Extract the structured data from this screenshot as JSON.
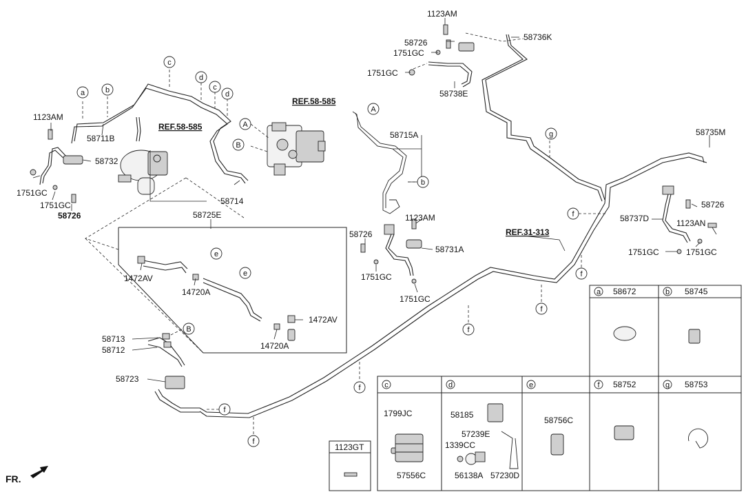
{
  "callouts": {
    "p1123AM_top": "1123AM",
    "p58736K": "58736K",
    "p58726_top": "58726",
    "p1751GC_top1": "1751GC",
    "p1751GC_top2": "1751GC",
    "p58738E": "58738E",
    "ref58585_right": "REF.58-585",
    "ref58585_left": "REF.58-585",
    "p1123AM_left": "1123AM",
    "p58711B": "58711B",
    "p58732": "58732",
    "p1751GC_left1": "1751GC",
    "p1751GC_left2": "1751GC",
    "p58726_left": "58726",
    "p58714": "58714",
    "p58715A": "58715A",
    "p1123AM_mid": "1123AM",
    "p58726_mid": "58726",
    "p58731A": "58731A",
    "p1751GC_mid1": "1751GC",
    "p1751GC_mid2": "1751GC",
    "p58735M": "58735M",
    "p58737D": "58737D",
    "p58726_right": "58726",
    "p1123AN": "1123AN",
    "p1751GC_right1": "1751GC",
    "p1751GC_right2": "1751GC",
    "ref31313": "REF.31-313",
    "p58725E": "58725E",
    "p1472AV_1": "1472AV",
    "p14720A_1": "14720A",
    "p1472AV_2": "1472AV",
    "p14720A_2": "14720A",
    "p58713": "58713",
    "p58712": "58712",
    "p58723": "58723",
    "fr": "FR."
  },
  "letters": {
    "a": "a",
    "b": "b",
    "c": "c",
    "d": "d",
    "e": "e",
    "f": "f",
    "g": "g",
    "A": "A",
    "B": "B"
  },
  "legend": {
    "a_label": "a",
    "a_part": "58672",
    "b_label": "b",
    "b_part": "58745",
    "c_label": "c",
    "d_label": "d",
    "e_label": "e",
    "f_label": "f",
    "f_part": "58752",
    "g_label": "g",
    "g_part": "58753",
    "c_p1": "1799JC",
    "c_p2": "57556C",
    "d_p1": "58185",
    "d_p2": "57239E",
    "d_p3": "1339CC",
    "d_p4": "56138A",
    "d_p5": "57230D",
    "e_p1": "58756C",
    "bolt_label": "1123GT"
  }
}
